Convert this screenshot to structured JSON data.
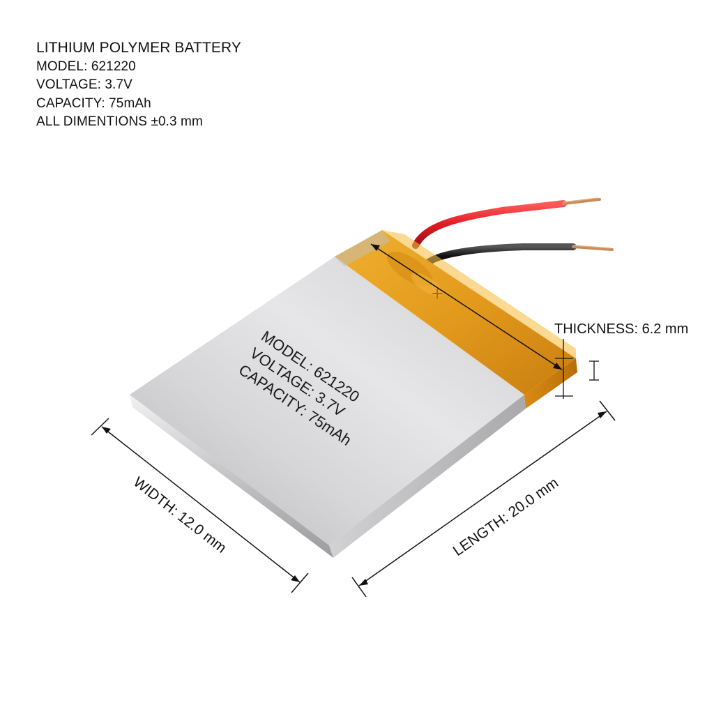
{
  "specs": {
    "title": "LITHIUM POLYMER BATTERY",
    "model": "MODEL: 621220",
    "voltage": "VOLTAGE: 3.7V",
    "capacity": "CAPACITY: 75mAh",
    "tolerance": "ALL DIMENTIONS ±0.3 mm"
  },
  "battery_label": {
    "model": "MODEL: 621220",
    "voltage": "VOLTAGE: 3.7V",
    "capacity": "CAPACITY: 75mAh"
  },
  "dimensions": {
    "thickness": "THICKNESS: 6.2 mm",
    "width": "WIDTH: 12.0 mm",
    "length": "LENGTH: 20.0 mm"
  },
  "colors": {
    "cell_silver": "#c9c9cb",
    "tape_amber": "#e39a1c",
    "wire_red": "#e01b24",
    "wire_black": "#151515",
    "copper": "#c98a5a"
  }
}
